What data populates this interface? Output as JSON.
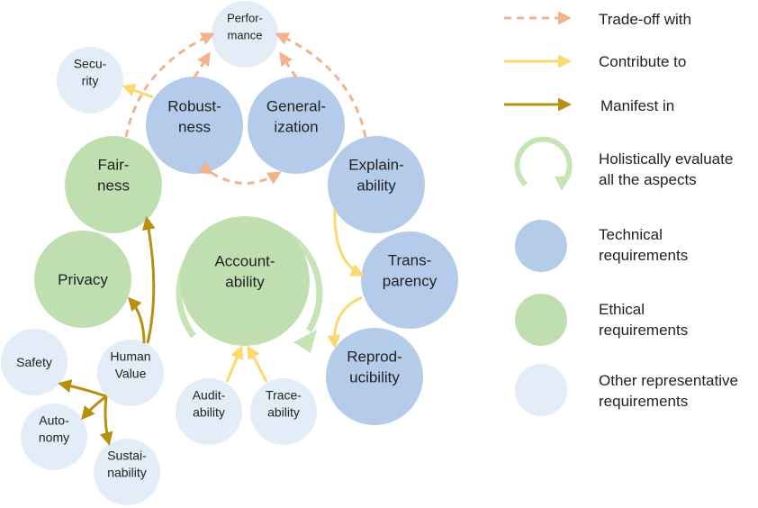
{
  "colors": {
    "technical": "#b4cce9",
    "ethical": "#bfdfb0",
    "other": "#e2edf7",
    "tradeoff": "#f2b28c",
    "contribute": "#fbd96e",
    "manifest": "#b8900f",
    "holistic": "#c6e4b6"
  },
  "nodes": {
    "performance": [
      "Perfor-",
      "mance"
    ],
    "security": [
      "Secu-",
      "rity"
    ],
    "robustness": [
      "Robust-",
      "ness"
    ],
    "generalization": [
      "General-",
      "ization"
    ],
    "fairness": [
      "Fair-",
      "ness"
    ],
    "explainability": [
      "Explain-",
      "ability"
    ],
    "privacy": [
      "Privacy"
    ],
    "accountability": [
      "Account-",
      "ability"
    ],
    "transparency": [
      "Trans-",
      "parency"
    ],
    "reproducibility": [
      "Reprod-",
      "ucibility"
    ],
    "safety": [
      "Safety"
    ],
    "human_value": [
      "Human",
      "Value"
    ],
    "auditability": [
      "Audit-",
      "ability"
    ],
    "traceability": [
      "Trace-",
      "ability"
    ],
    "autonomy": [
      "Auto-",
      "nomy"
    ],
    "sustainability": [
      "Sustai-",
      "nability"
    ]
  },
  "legend": {
    "tradeoff": [
      "Trade-off with"
    ],
    "contribute": [
      "Contribute to"
    ],
    "manifest": [
      "Manifest in"
    ],
    "holistic": [
      "Holistically evaluate",
      "all the aspects"
    ],
    "technical": [
      "Technical",
      "requirements"
    ],
    "ethical": [
      "Ethical",
      "requirements"
    ],
    "other": [
      "Other representative",
      "requirements"
    ]
  }
}
